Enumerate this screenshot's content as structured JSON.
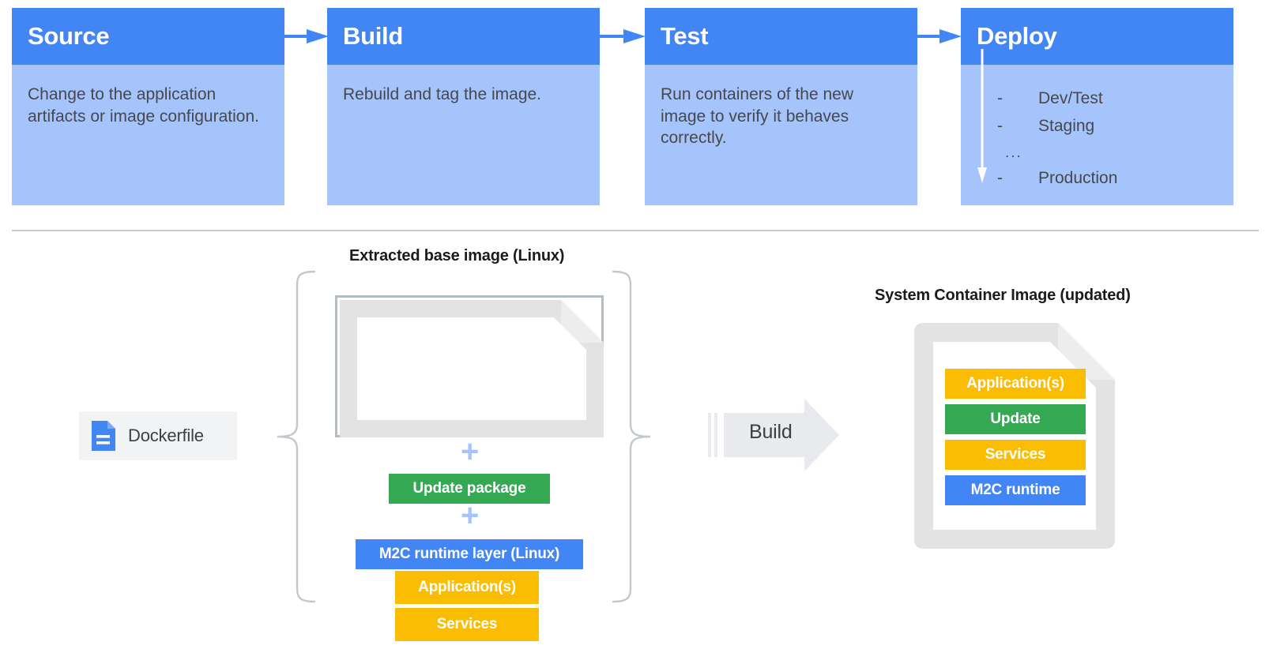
{
  "pipeline": {
    "stages": [
      {
        "title": "Source",
        "body": "Change to the application artifacts or image configuration."
      },
      {
        "title": "Build",
        "body": "Rebuild and tag the image."
      },
      {
        "title": "Test",
        "body": "Run containers of the new image to verify it behaves correctly."
      },
      {
        "title": "Deploy",
        "body": ""
      }
    ],
    "deploy_items": [
      {
        "dash": "-",
        "label": "Dev/Test"
      },
      {
        "dash": "-",
        "label": "Staging"
      },
      {
        "dash": "",
        "label": "..."
      },
      {
        "dash": "-",
        "label": "Production"
      }
    ],
    "arrow_icon": "arrow-right-icon",
    "deploy_flow_icon": "arrow-down-icon"
  },
  "lower": {
    "base_image_caption": "Extracted base image (Linux)",
    "system_image_caption": "System Container Image (updated)",
    "dockerfile": {
      "label": "Dockerfile",
      "icon": "file-document-icon"
    },
    "base_layers": [
      {
        "label": "Application(s)",
        "color": "#fbbc04"
      },
      {
        "label": "Services",
        "color": "#fbbc04"
      }
    ],
    "plus_symbol": "+",
    "update_package": {
      "label": "Update package",
      "color": "#34a853"
    },
    "m2c_runtime_layer": {
      "label": "M2C runtime layer (Linux)",
      "color": "#4285f4"
    },
    "build_action": {
      "label": "Build",
      "icon": "block-arrow-right-icon"
    },
    "system_layers": [
      {
        "label": "Application(s)",
        "color": "#fbbc04"
      },
      {
        "label": "Update",
        "color": "#34a853"
      },
      {
        "label": "Services",
        "color": "#fbbc04"
      },
      {
        "label": "M2C runtime",
        "color": "#4285f4"
      }
    ]
  },
  "colors": {
    "header_blue": "#4285f4",
    "body_blue": "#a6c4fc",
    "orange": "#fbbc04",
    "green": "#34a853",
    "grey_doc": "#e3e3e3",
    "grey_line": "#c3c8ce"
  }
}
